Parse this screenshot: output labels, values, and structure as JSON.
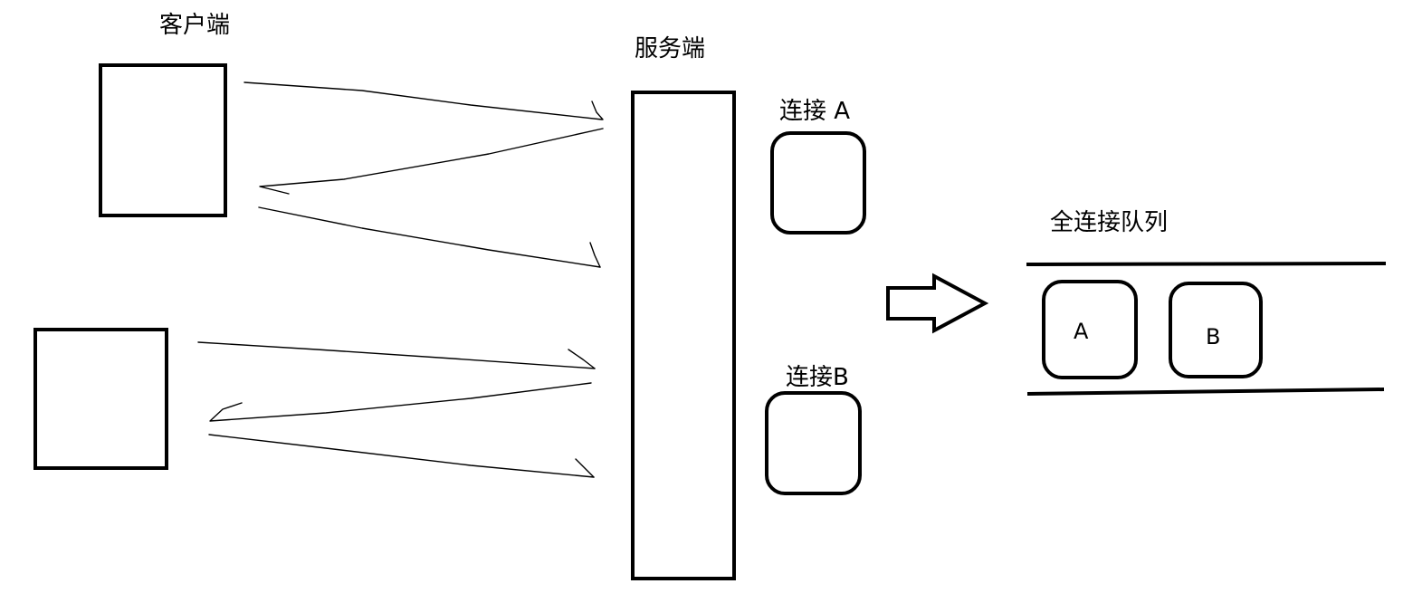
{
  "labels": {
    "client": "客户端",
    "server": "服务端",
    "connection_a": "连接 A",
    "connection_b": "连接B",
    "accept_queue": "全连接队列",
    "queue_item_a": "A",
    "queue_item_b": "B"
  }
}
